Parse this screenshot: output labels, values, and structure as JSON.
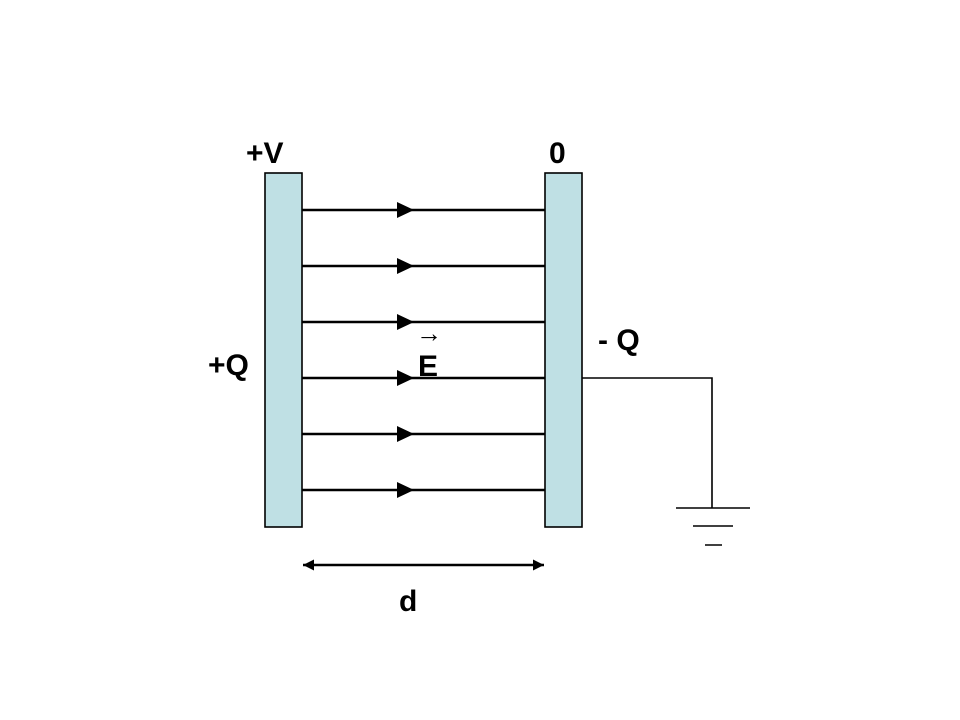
{
  "labels": {
    "left_potential": "+V",
    "right_potential": "0",
    "left_charge": "+Q",
    "right_charge": "- Q",
    "field": "E",
    "field_vector_arrow": "→",
    "separation": "d"
  },
  "colors": {
    "plate_fill": "#bfe0e4",
    "stroke": "#000000",
    "background": "#ffffff"
  },
  "field_line_count": 6,
  "icons": {
    "ground": "ground-symbol-icon",
    "separation_arrow": "double-headed-arrow-icon"
  }
}
